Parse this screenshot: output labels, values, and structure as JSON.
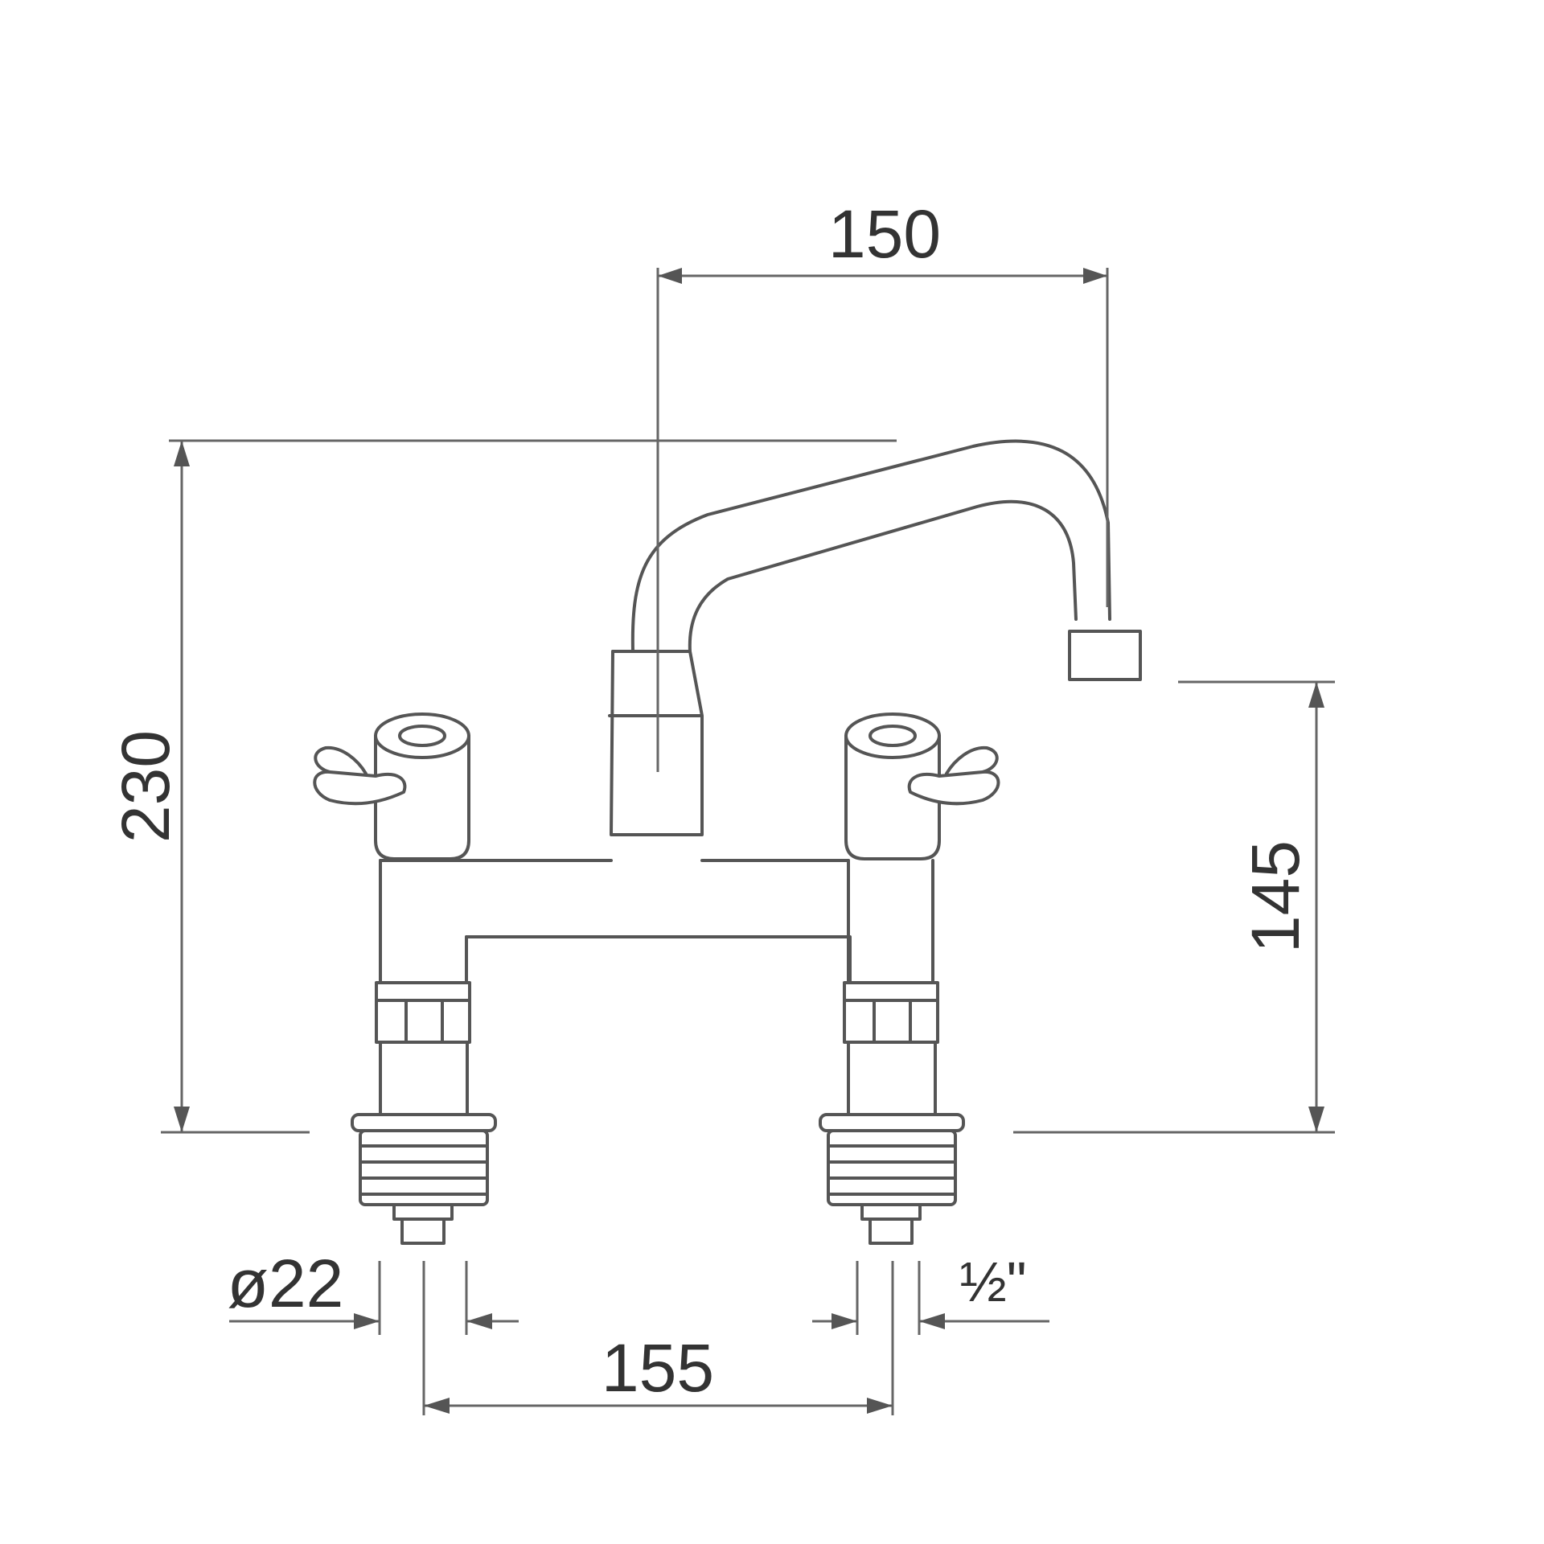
{
  "dimensions": {
    "spout_reach": "150",
    "total_height": "230",
    "spout_height": "145",
    "tap_spacing": "155",
    "tail_diameter": "ø22",
    "thread_size": "½\""
  }
}
